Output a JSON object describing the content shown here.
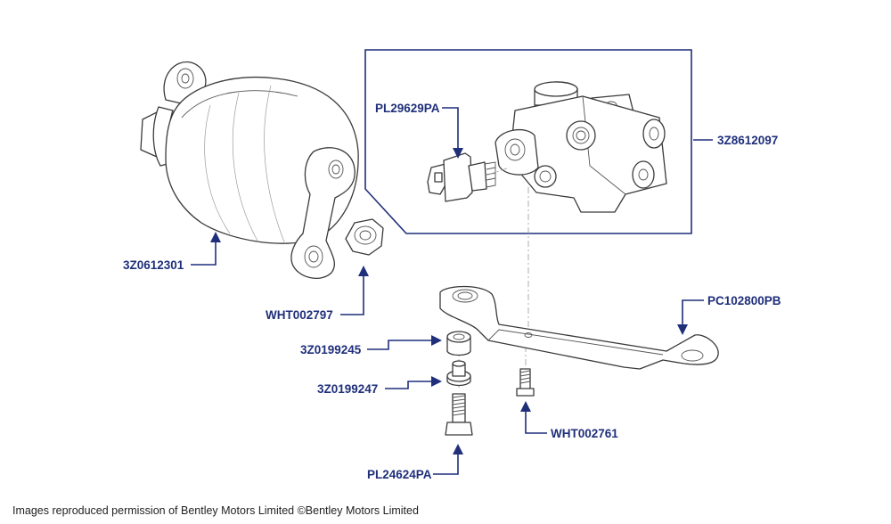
{
  "diagram": {
    "parts": [
      {
        "id": "valve",
        "number": "3Z8612097"
      },
      {
        "id": "switch",
        "number": "PL29629PA"
      },
      {
        "id": "accumulator",
        "number": "3Z0612301"
      },
      {
        "id": "flange-nut",
        "number": "WHT002797"
      },
      {
        "id": "bracket",
        "number": "PC102800PB"
      },
      {
        "id": "spacer",
        "number": "3Z0199245"
      },
      {
        "id": "washer",
        "number": "3Z0199247"
      },
      {
        "id": "bolt-small",
        "number": "WHT002761"
      },
      {
        "id": "bolt-large",
        "number": "PL24624PA"
      }
    ],
    "credit": "Images reproduced permission of Bentley Motors Limited ©Bentley Motors Limited",
    "colors": {
      "label": "#1f2f7a",
      "line": "#3a3a3a"
    }
  }
}
